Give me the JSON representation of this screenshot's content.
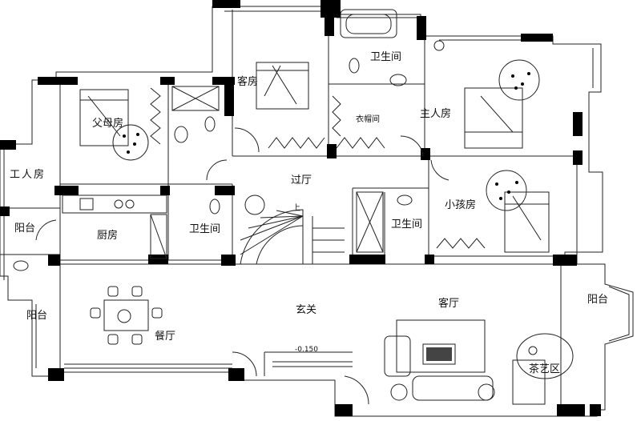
{
  "rooms": {
    "guest_room": "客房",
    "bathroom_top": "卫生间",
    "master_bedroom": "主人房",
    "parents_room": "父母房",
    "wardrobe": "衣帽间",
    "servant_room": "工人房",
    "hall": "过厅",
    "stair_up": "上",
    "kids_room": "小孩房",
    "bathroom_middle": "卫生间",
    "balcony_left_top": "阳台",
    "kitchen": "厨房",
    "bathroom_left": "卫生间",
    "balcony_left_bottom": "阳台",
    "foyer": "玄关",
    "living_room": "客厅",
    "balcony_right": "阳台",
    "dining_room": "餐厅",
    "tea_area": "茶艺区",
    "level_mark": "-0.150"
  },
  "colors": {
    "wall": "#000000",
    "line": "#222222"
  }
}
